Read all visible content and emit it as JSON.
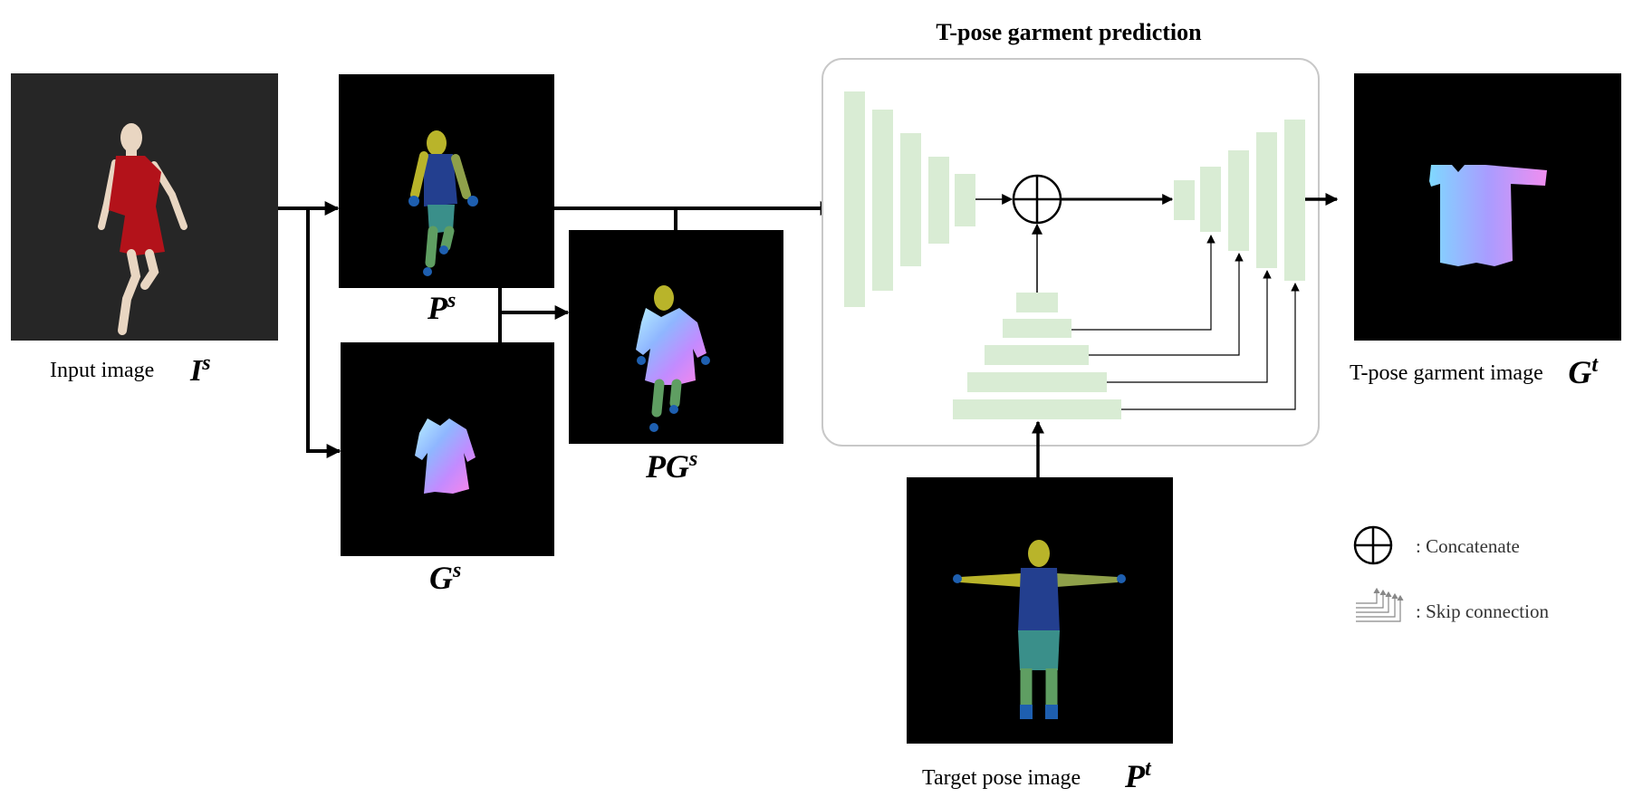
{
  "diagram": {
    "title": "T-pose garment prediction",
    "inputs": {
      "input_image": {
        "caption": "Input image",
        "symbol": "I",
        "sup": "s"
      },
      "pose_source": {
        "symbol": "P",
        "sup": "s"
      },
      "garment_source": {
        "symbol": "G",
        "sup": "s"
      },
      "pose_garment": {
        "symbol": "PG",
        "sup": "s"
      },
      "target_pose": {
        "caption": "Target pose image",
        "symbol": "P",
        "sup": "t"
      },
      "output": {
        "caption": "T-pose garment image",
        "symbol": "G",
        "sup": "t"
      }
    },
    "legend": [
      {
        "icon": "concatenate-icon",
        "label": ": Concatenate"
      },
      {
        "icon": "skip-connection-icon",
        "label": ": Skip connection"
      }
    ],
    "colors": {
      "block": "#d9ecd4",
      "dress_red": "#b3121a",
      "mannequin": "#e9d6c2",
      "photo_bg": "#262626",
      "head_yellow": "#b9b42a",
      "torso_blue": "#233f8f",
      "leg_teal": "#3a8f8a",
      "leg_green": "#5f9e62",
      "hand_blue": "#1e5fb0"
    }
  }
}
